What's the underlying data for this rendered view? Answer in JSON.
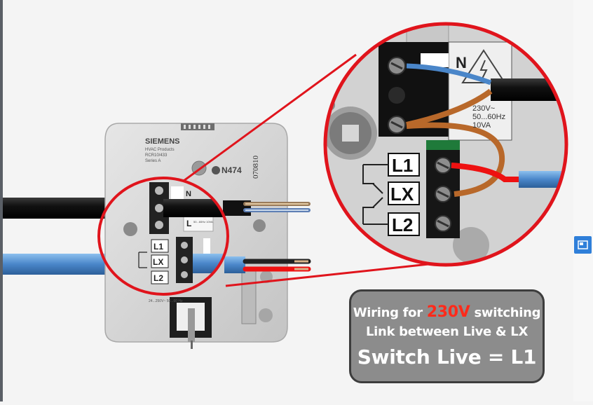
{
  "device": {
    "brand": "SIEMENS",
    "product_line": "HVAC Products",
    "model": "RCR10/433",
    "series": "Series A",
    "serial": "070810",
    "approval_mark": "N474",
    "rating_small": "24...250V~ 50...60 Hz",
    "rating_box": "50...60Hz 10VA"
  },
  "terminals": {
    "neutral": "N",
    "live": "L",
    "l1": "L1",
    "lx": "LX",
    "l2": "L2"
  },
  "zoom": {
    "voltage": "230V~",
    "frequency": "50...60Hz",
    "power": "10VA"
  },
  "caption": {
    "line1_prefix": "Wiring for ",
    "line1_highlight": "230V",
    "line1_suffix": " switching",
    "line2": "Link between Live & LX",
    "line3": "Switch Live = L1"
  },
  "colors": {
    "highlight": "#ff2a1a",
    "callout_circle": "#e0141c",
    "neutral_wire": "#4a86c9",
    "live_wire": "#b8682a",
    "caption_bg": "#8c8c8c"
  },
  "icons": {
    "side_button": "picture-in-picture-icon"
  }
}
